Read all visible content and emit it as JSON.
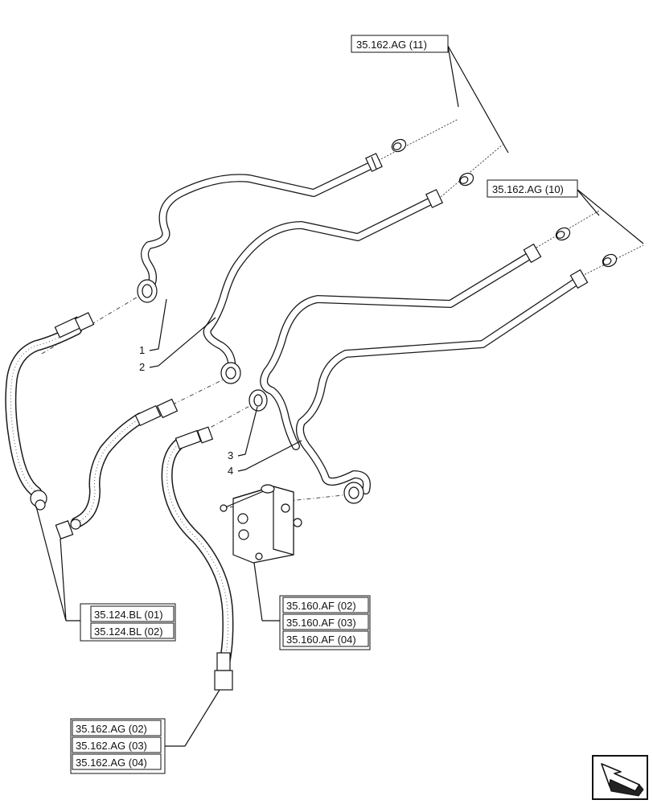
{
  "callouts": {
    "item_1": "1",
    "item_2": "2",
    "item_3": "3",
    "item_4": "4"
  },
  "references": {
    "ag_11": "35.162.AG (11)",
    "ag_10": "35.162.AG (10)",
    "bl_01": "35.124.BL (01)",
    "bl_02": "35.124.BL (02)",
    "af_02": "35.160.AF (02)",
    "af_03": "35.160.AF (03)",
    "af_04": "35.160.AF (04)",
    "ag_02": "35.162.AG (02)",
    "ag_03": "35.162.AG (03)",
    "ag_04": "35.162.AG (04)"
  },
  "icons": {
    "navigation": "arrow-back-icon"
  }
}
